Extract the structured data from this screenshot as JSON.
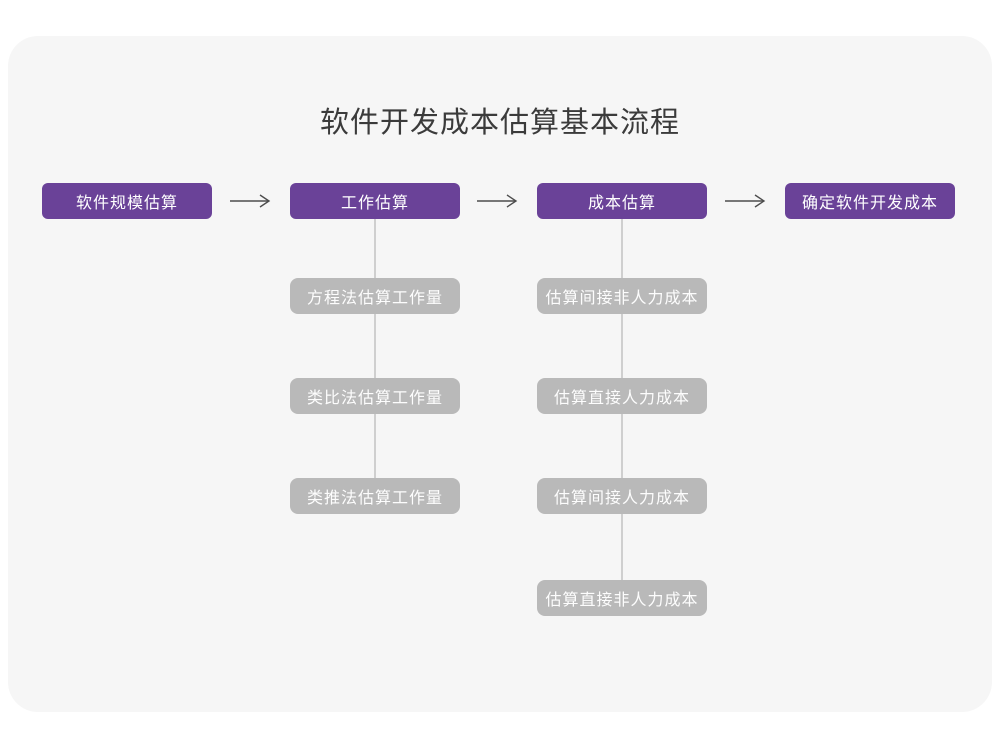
{
  "title": "软件开发成本估算基本流程",
  "colors": {
    "accent_purple": "#6a4298",
    "sub_node_gray": "#b9b9b9",
    "card_background": "#f6f6f6",
    "connector_line": "#cfcfcf",
    "arrow": "#4d4d4d",
    "title_text": "#3b3b3b"
  },
  "flow": {
    "main_nodes": [
      {
        "label": "软件规模估算"
      },
      {
        "label": "工作估算"
      },
      {
        "label": "成本估算"
      },
      {
        "label": "确定软件开发成本"
      }
    ],
    "work_estimation_methods": [
      {
        "label": "方程法估算工作量"
      },
      {
        "label": "类比法估算工作量"
      },
      {
        "label": "类推法估算工作量"
      }
    ],
    "cost_estimation_items": [
      {
        "label": "估算间接非人力成本"
      },
      {
        "label": "估算直接人力成本"
      },
      {
        "label": "估算间接人力成本"
      },
      {
        "label": "估算直接非人力成本"
      }
    ]
  }
}
